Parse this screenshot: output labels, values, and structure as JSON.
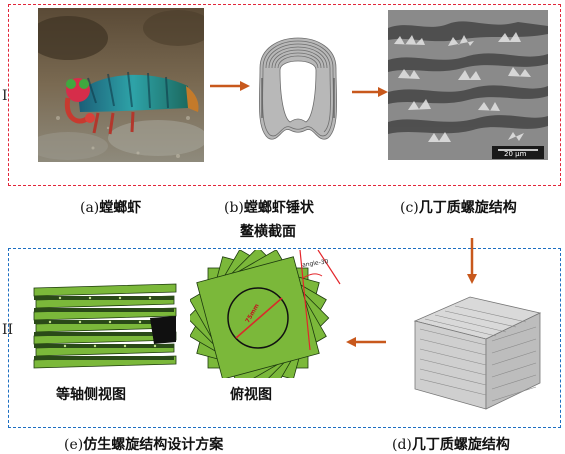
{
  "sections": {
    "top_label": "I",
    "bottom_label": "II"
  },
  "captions": {
    "a": {
      "prefix": "(a)",
      "text": "螳螂虾"
    },
    "b": {
      "prefix": "(b)",
      "text": "螳螂虾锤状",
      "line2": "鳌横截面"
    },
    "c": {
      "prefix": "(c)",
      "text": "几丁质螺旋结构"
    },
    "d": {
      "prefix": "(d)",
      "text": "几丁质螺旋结构"
    },
    "e": {
      "prefix": "(e)",
      "text": "仿生螺旋结构设计方案"
    }
  },
  "panel_labels": {
    "isometric": "等轴侧视图",
    "top_view": "俯视图",
    "angle": "angle-30",
    "dimension": "75mm",
    "scale_bar": "20 μm"
  },
  "colors": {
    "red_frame": "#e2263a",
    "blue_frame": "#1d6fc2",
    "arrow": "#c8581c",
    "green_model": "#7bb83a"
  }
}
